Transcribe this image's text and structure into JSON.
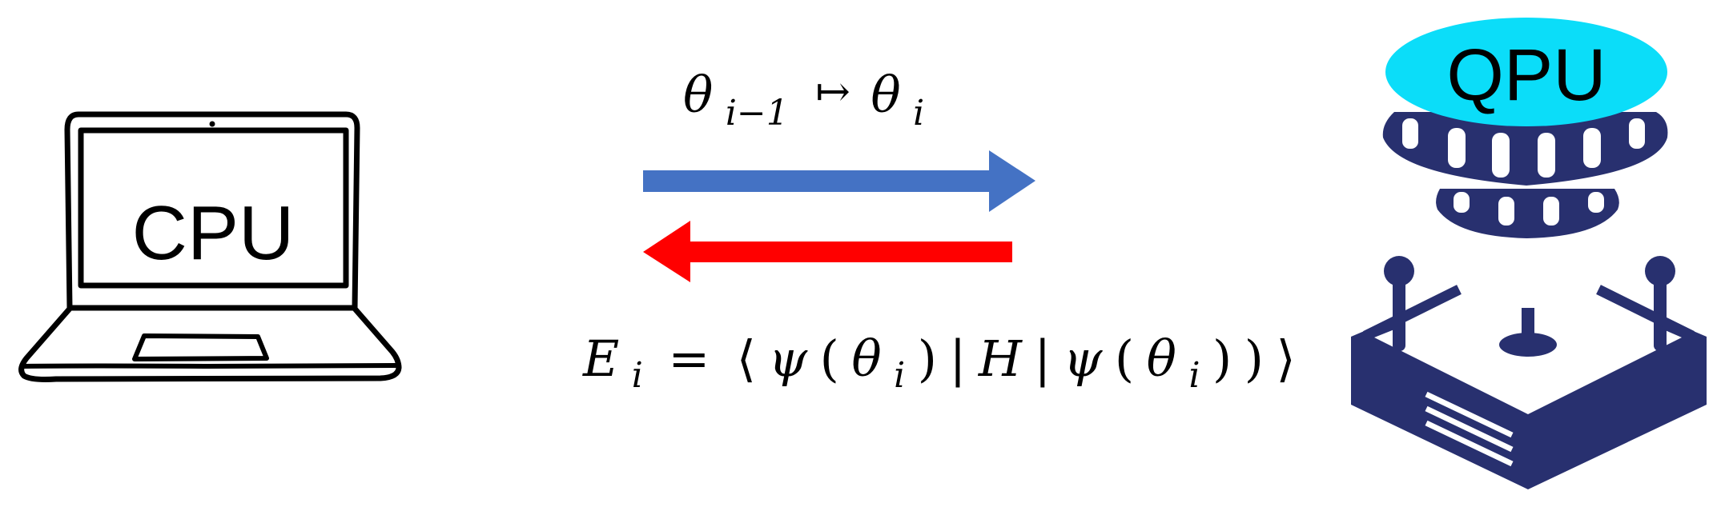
{
  "cpu": {
    "label": "CPU",
    "icon": "laptop-icon"
  },
  "qpu": {
    "label": "QPU",
    "icon": "quantum-processor-icon",
    "colors": {
      "top": "#0BDDF9",
      "body": "#28306F"
    }
  },
  "arrows": {
    "forward": {
      "direction": "CPU to QPU",
      "color": "#4472C4",
      "label": {
        "theta": "θ",
        "sub_prev": "i−1",
        "mapsto": "↦",
        "theta2": "θ",
        "sub_cur": "i"
      },
      "label_text": "θ_{i−1} ↦ θ_i"
    },
    "backward": {
      "direction": "QPU to CPU",
      "color": "#FF0000",
      "label": {
        "E": "E",
        "sub_E": "i",
        "equals": "=",
        "lang": "⟨",
        "psi1": "ψ",
        "open1": "(",
        "theta1": "θ",
        "sub1": "i",
        "close1": ")",
        "bar1": "|",
        "H": "H",
        "bar2": "|",
        "psi2": "ψ",
        "open2": "(",
        "theta2": "θ",
        "sub2": "i",
        "close2": ")",
        "close3": ")",
        "rang": "⟩"
      },
      "label_text": "E_i = ⟨ψ(θ_i)|H|ψ(θ_i)⟩"
    }
  }
}
